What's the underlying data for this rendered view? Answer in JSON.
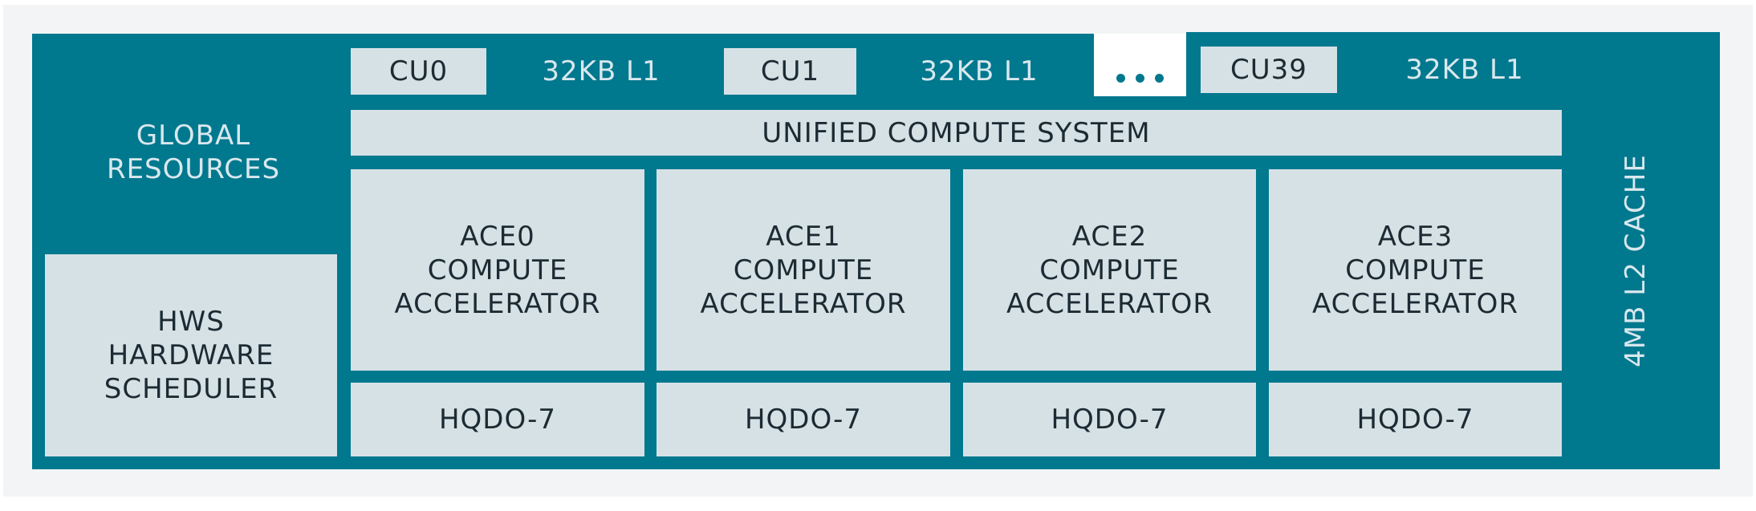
{
  "global_resources": "GLOBAL\nRESOURCES",
  "hws": "HWS\nHARDWARE\nSCHEDULER",
  "compute_units": [
    {
      "name": "CU0",
      "cache": "32KB L1"
    },
    {
      "name": "CU1",
      "cache": "32KB L1"
    },
    {
      "name": "CU39",
      "cache": "32KB L1"
    }
  ],
  "ellipsis": "...",
  "unified": "UNIFIED COMPUTE SYSTEM",
  "aces": [
    {
      "label": "ACE0\nCOMPUTE\nACCELERATOR",
      "queue": "HQDO-7"
    },
    {
      "label": "ACE1\nCOMPUTE\nACCELERATOR",
      "queue": "HQDO-7"
    },
    {
      "label": "ACE2\nCOMPUTE\nACCELERATOR",
      "queue": "HQDO-7"
    },
    {
      "label": "ACE3\nCOMPUTE\nACCELERATOR",
      "queue": "HQDO-7"
    }
  ],
  "l2_cache": "4MB L2 CACHE",
  "colors": {
    "teal": "#00788e",
    "panel": "#d6e1e6",
    "background": "#f2f4f5"
  }
}
